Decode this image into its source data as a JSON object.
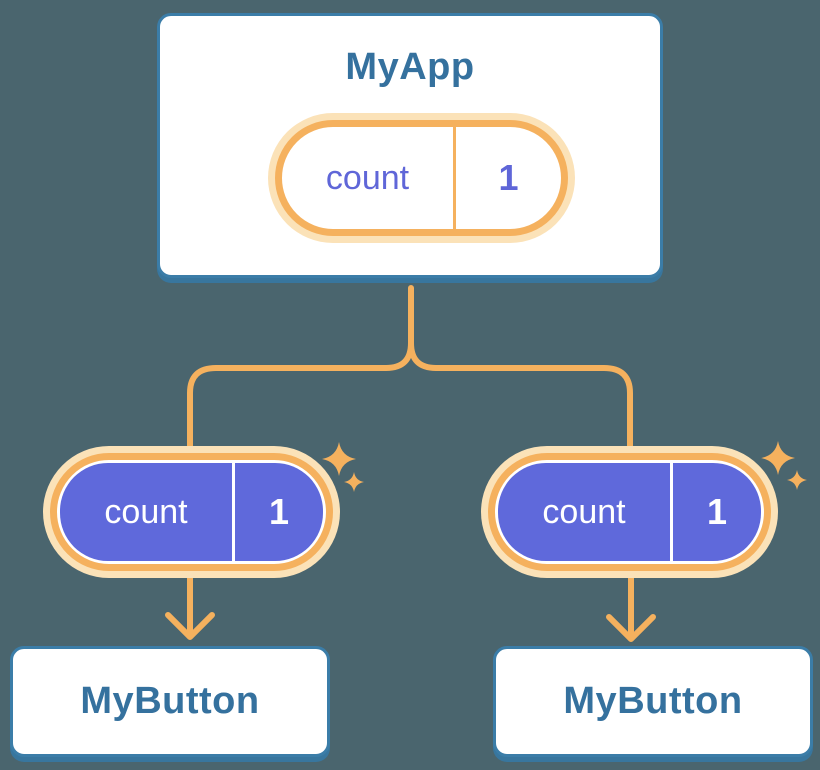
{
  "diagram": {
    "root": {
      "label": "MyApp",
      "state": {
        "name": "count",
        "value": "1"
      }
    },
    "children": [
      {
        "label": "MyButton",
        "prop": {
          "name": "count",
          "value": "1"
        }
      },
      {
        "label": "MyButton",
        "prop": {
          "name": "count",
          "value": "1"
        }
      }
    ],
    "colors": {
      "background": "#4a656e",
      "card_fill": "#ffffff",
      "card_border": "#3b7da8",
      "card_shadow": "#38769e",
      "heading_text": "#35719e",
      "accent_orange": "#f5b15e",
      "halo_orange": "#fbe2b8",
      "purple_fill": "#5f69db",
      "purple_text": "#5f66d8",
      "divider_white": "#ffffff"
    }
  }
}
